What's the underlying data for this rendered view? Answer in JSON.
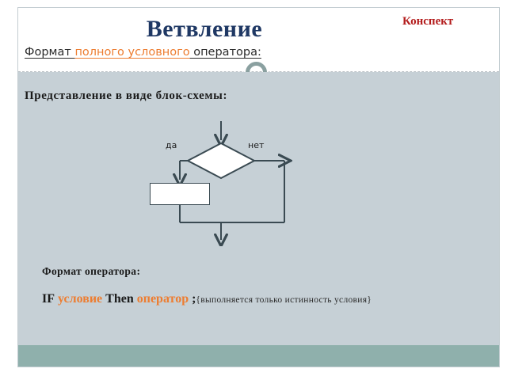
{
  "slide": {
    "title": "Ветвление",
    "note_badge": "Конспект",
    "subtitle": {
      "prefix": "Формат ",
      "accent": "полного условного",
      "suffix": " оператора:"
    },
    "section_heading": "Представление  в  виде блок-схемы:",
    "flowchart": {
      "yes_label": "да",
      "no_label": "нет",
      "process_box_text": ""
    },
    "format_heading": "Формат оператора:",
    "syntax": {
      "if_keyword": "IF",
      "condition": "условие",
      "then_keyword": "Then",
      "operator": "оператор",
      "semicolon": ";",
      "comment": "{выполняется только истинность условия}"
    }
  },
  "colors": {
    "title": "#1f3864",
    "badge": "#b31b1b",
    "accent": "#ed7d31",
    "body_background": "#c6d0d6",
    "footer_bar": "#8fb0ac",
    "flow_stroke": "#3a4a52"
  }
}
